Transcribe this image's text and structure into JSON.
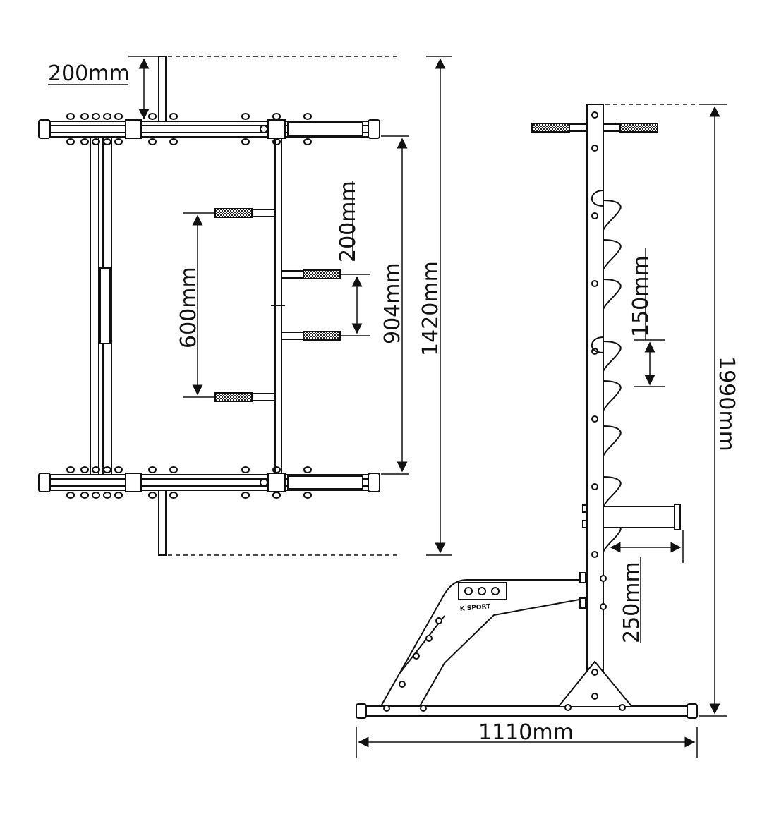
{
  "dimensions": {
    "top_view": {
      "top_offset": "200mm",
      "peg_spacing_small": "200mm",
      "handle_spacing": "600mm",
      "inner_width": "904mm",
      "total_length": "1420mm"
    },
    "side_view": {
      "hook_spacing": "150mm",
      "total_height": "1990mm",
      "arm_height": "250mm",
      "base_length": "1110mm"
    }
  },
  "branding": {
    "logo_text": "K SPORT"
  },
  "colors": {
    "line": "#111111",
    "knurl": "#333333",
    "background": "#ffffff"
  }
}
